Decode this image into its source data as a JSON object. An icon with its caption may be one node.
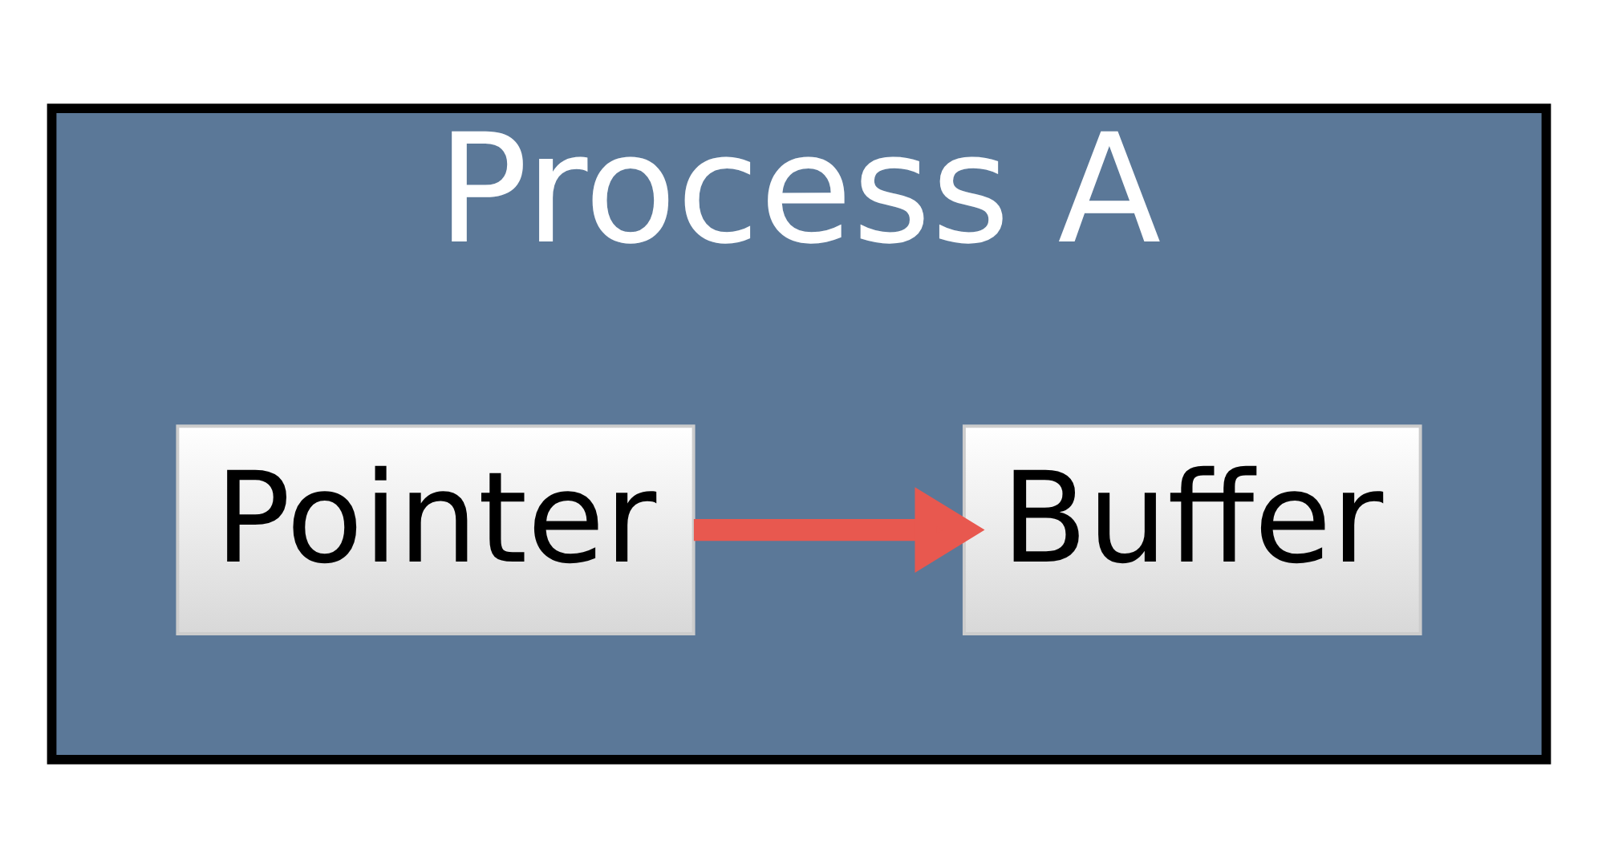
{
  "diagram": {
    "nodes": [
      {
        "text": [
          "Process A"
        ]
      },
      {
        "text": [
          "Pointer"
        ],
        "in": 0
      },
      {
        "text": [
          "Buffer"
        ],
        "in": 0
      }
    ],
    "edges": [
      {
        "from": 1,
        "to": 2,
        "arrow": "to",
        "color": "#e8584f"
      }
    ]
  }
}
